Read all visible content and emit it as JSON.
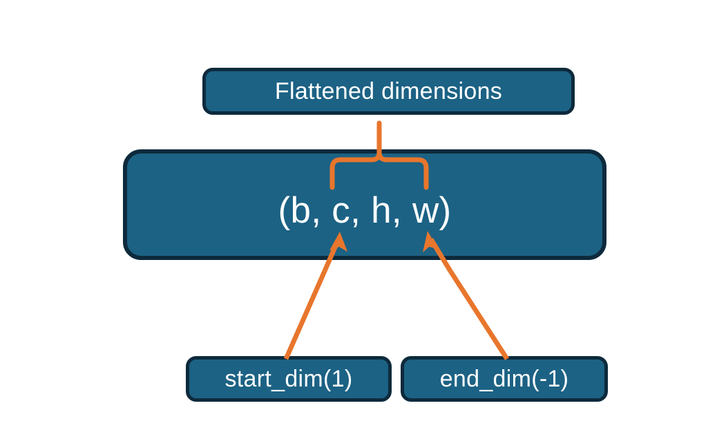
{
  "diagram": {
    "title_node": {
      "label": "Flattened dimensions"
    },
    "shape_node": {
      "label": "(b, c, h, w)"
    },
    "start_node": {
      "label": "start_dim(1)"
    },
    "end_node": {
      "label": "end_dim(-1)"
    },
    "annotations": {
      "brace_name": "flattened-range-brace",
      "start_arrow_name": "start-dim-arrow",
      "end_arrow_name": "end-dim-arrow"
    },
    "colors": {
      "box_fill": "#1c6284",
      "box_border": "#0d2a3c",
      "accent": "#e8762c",
      "text": "#ffffff",
      "background": "#ffffff"
    }
  }
}
